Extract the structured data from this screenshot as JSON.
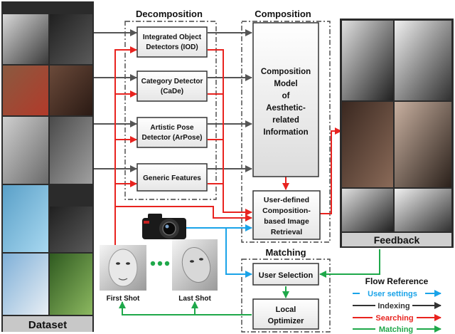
{
  "dataset": {
    "label": "Dataset"
  },
  "sections": {
    "decomposition": "Decomposition",
    "composition": "Composition",
    "matching": "Matching"
  },
  "detectors": [
    {
      "line1": "Integrated Object",
      "line2": "Detectors (IOD)"
    },
    {
      "line1": "Category Detector",
      "line2": "(CaDe)"
    },
    {
      "line1": "Artistic Pose",
      "line2": "Detector (ArPose)"
    },
    {
      "line1": "Generic Features",
      "line2": ""
    }
  ],
  "composition_model": {
    "lines": [
      "Composition",
      "Model",
      "of",
      "Aesthetic-",
      "related",
      "Information"
    ]
  },
  "retrieval": {
    "lines": [
      "User-defined",
      "Composition-",
      "based Image",
      "Retrieval"
    ]
  },
  "user_selection": {
    "label": "User Selection"
  },
  "local_optimizer": {
    "line1": "Local",
    "line2": "Optimizer"
  },
  "shots": {
    "first": "First Shot",
    "last": "Last Shot"
  },
  "feedback": {
    "label": "Feedback"
  },
  "flow_reference": {
    "title": "Flow Reference",
    "items": [
      {
        "label": "User settings",
        "color": "#1aa3e8"
      },
      {
        "label": "Indexing",
        "color": "#333333"
      },
      {
        "label": "Searching",
        "color": "#e8231f"
      },
      {
        "label": "Matching",
        "color": "#1fa84a"
      }
    ]
  },
  "colors": {
    "indexing": "#555555",
    "searching": "#e8231f",
    "matching": "#1fa84a",
    "user_settings": "#1aa3e8",
    "box_fill": "#f2f2f2"
  }
}
